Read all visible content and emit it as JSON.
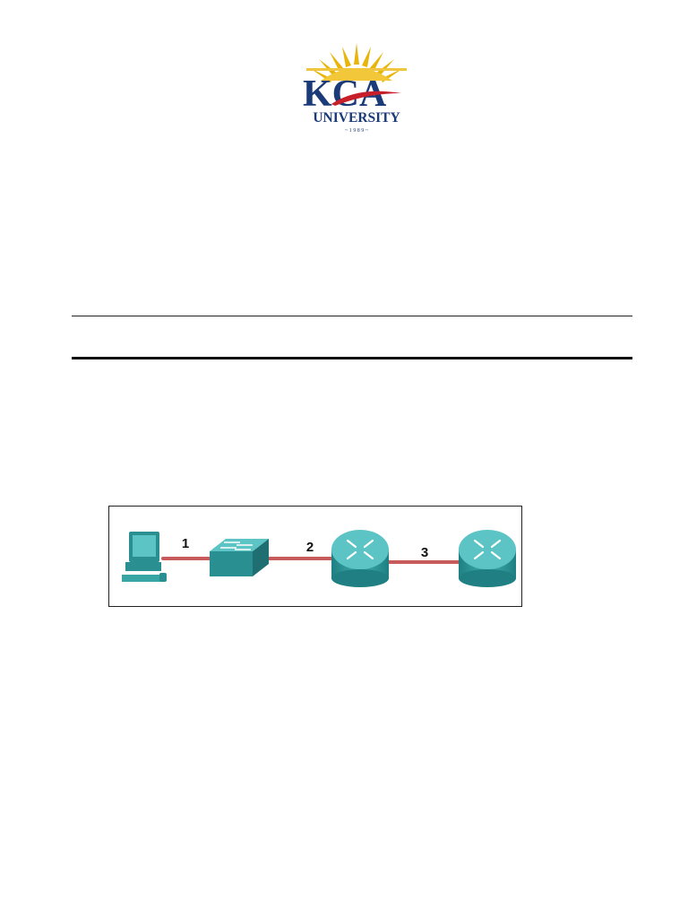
{
  "logo": {
    "wordmark": "KCA",
    "name": "UNIVERSITY",
    "year": "~ 1 9 8 9 ~",
    "colors": {
      "navy": "#1b3a78",
      "gold": "#e8b50c",
      "red": "#c7202b"
    }
  },
  "figure": {
    "links": [
      {
        "label": "1"
      },
      {
        "label": "2"
      },
      {
        "label": "3"
      }
    ],
    "devices": [
      {
        "type": "pc-icon"
      },
      {
        "type": "switch-icon"
      },
      {
        "type": "router-icon"
      },
      {
        "type": "router-icon"
      }
    ],
    "colors": {
      "cable": "#c75a5a",
      "device": "#2a9a9a",
      "device_top": "#5cc4c4"
    }
  }
}
